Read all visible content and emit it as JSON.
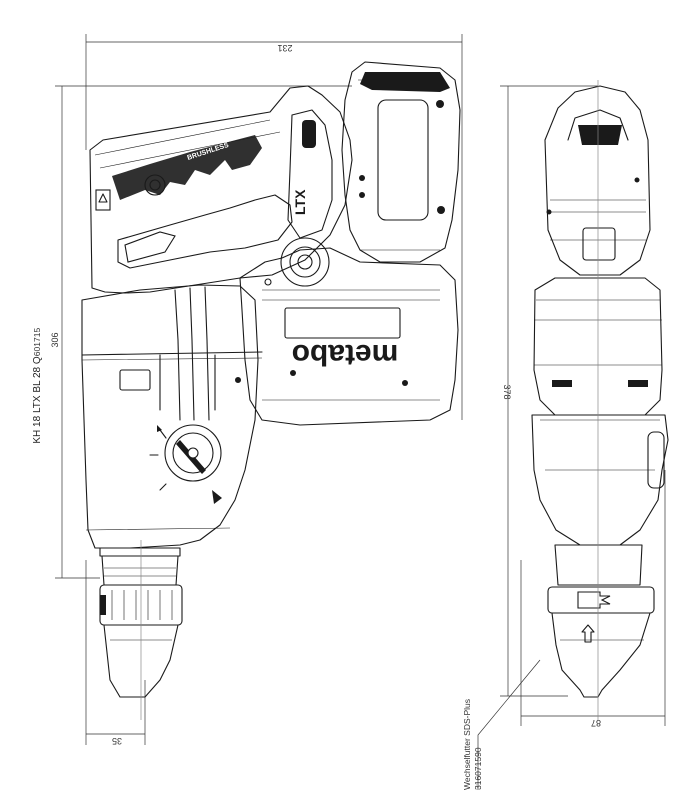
{
  "model": "KH 18 LTX BL 28 Q",
  "order_number": "601715",
  "dimensions": {
    "length": "231",
    "height_left": "306",
    "height_right": "378",
    "chuck_offset": "35",
    "width": "87"
  },
  "housing_marks": {
    "brand": "metabo",
    "brushless": "BRUSHLESS",
    "ltx": "LTX"
  },
  "chuck_caption": {
    "line1": "Wechselfutter SDS-Plus",
    "line2": "316071590"
  },
  "colors": {
    "line": "#1a1a1a",
    "background": "#ffffff"
  }
}
